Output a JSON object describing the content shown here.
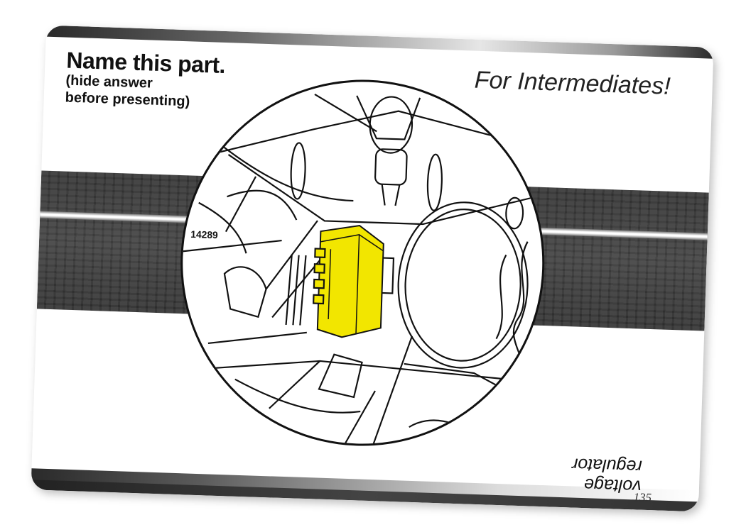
{
  "card": {
    "title": "Name this part.",
    "subtitle_line1": "(hide answer",
    "subtitle_line2": "before presenting)",
    "level": "For Intermediates!",
    "answer_line1": "voltage",
    "answer_line2": "regulator",
    "page_number": "135",
    "diagram_label": "14289",
    "highlight_color": "#f2e600"
  }
}
